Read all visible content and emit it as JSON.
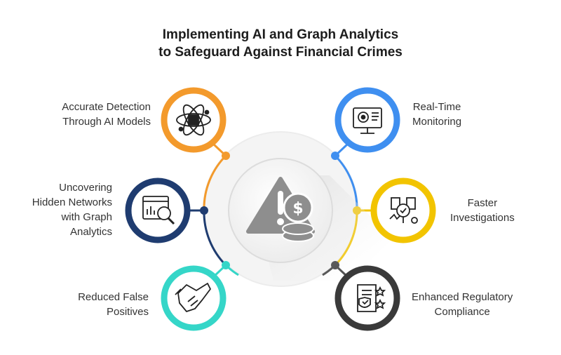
{
  "title": {
    "line1": "Implementing AI and Graph Analytics",
    "line2": "to Safeguard Against Financial Crimes"
  },
  "items": [
    {
      "lines": [
        "Accurate Detection",
        "Through AI Models"
      ],
      "color": "#f39a2c",
      "icon": "atom-chip-icon"
    },
    {
      "lines": [
        "Uncovering",
        "Hidden Networks",
        "with Graph",
        "Analytics"
      ],
      "color": "#1f3c70",
      "icon": "graph-magnifier-icon"
    },
    {
      "lines": [
        "Reduced False",
        "Positives"
      ],
      "color": "#35d6c8",
      "icon": "handshake-icon"
    },
    {
      "lines": [
        "Real-Time",
        "Monitoring"
      ],
      "color": "#3f8ff0",
      "icon": "monitor-icon"
    },
    {
      "lines": [
        "Faster",
        "Investigations"
      ],
      "color": "#f2c400",
      "icon": "investigation-icon"
    },
    {
      "lines": [
        "Enhanced Regulatory",
        "Compliance"
      ],
      "color": "#3a3a3a",
      "icon": "compliance-document-icon"
    }
  ],
  "center": {
    "icon": "warning-coins-icon"
  }
}
